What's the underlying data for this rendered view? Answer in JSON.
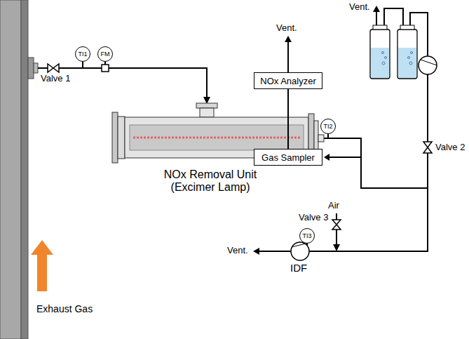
{
  "diagram": {
    "nodes": [
      {
        "text": [
          "TI1"
        ]
      },
      {
        "text": [
          "FM"
        ]
      },
      {
        "text": [
          "NOx Analyzer"
        ]
      },
      {
        "text": [
          "Gas Sampler"
        ]
      },
      {
        "text": [
          "TI2"
        ]
      },
      {
        "text": [
          "TI3"
        ]
      }
    ],
    "edges": [
      {
        "from": 3,
        "to": 2,
        "arrow": "none"
      }
    ],
    "labels": [
      "Valve 1",
      "Vent.",
      "Vent.",
      "Valve 2",
      "NOx Removal Unit (Excimer Lamp)",
      "Air",
      "Valve 3",
      "Vent.",
      "IDF",
      "Exhaust Gas"
    ]
  }
}
